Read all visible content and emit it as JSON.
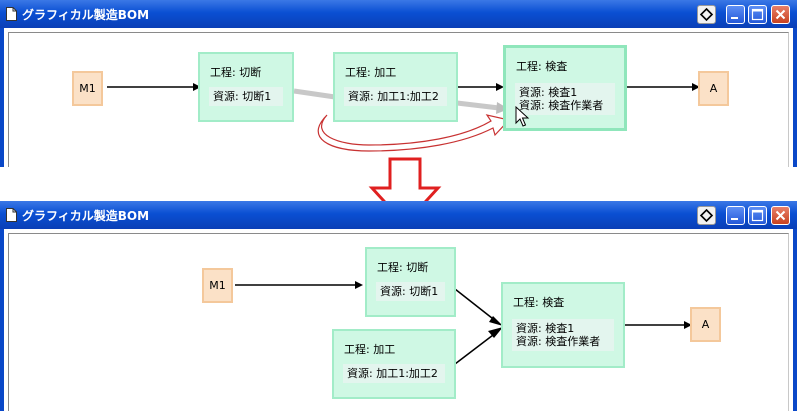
{
  "window_title": "グラフィカル製造BOM",
  "before": {
    "term_in": "M1",
    "term_out": "A",
    "p1": {
      "title": "工程: 切断",
      "res": [
        "資源: 切断1"
      ]
    },
    "p2": {
      "title": "工程: 加工",
      "res": [
        "資源: 加工1:加工2"
      ]
    },
    "p3": {
      "title": "工程: 検査",
      "res": [
        "資源: 検査1",
        "資源: 検査作業者"
      ]
    }
  },
  "after": {
    "term_in": "M1",
    "term_out": "A",
    "p1": {
      "title": "工程: 切断",
      "res": [
        "資源: 切断1"
      ]
    },
    "p2": {
      "title": "工程: 加工",
      "res": [
        "資源: 加工1:加工2"
      ]
    },
    "p3": {
      "title": "工程: 検査",
      "res": [
        "資源: 検査1",
        "資源: 検査作業者"
      ]
    }
  },
  "colors": {
    "titlebar": "#0a4fd3",
    "process_fill": "#cff8e4",
    "terminal_fill": "#fbe1c7",
    "arrow_red": "#e02020"
  },
  "icons": {
    "window": "document-icon",
    "system": "system-menu-icon",
    "minimize": "minimize-icon",
    "maximize": "maximize-icon",
    "close": "close-icon",
    "flow": "down-arrow-icon",
    "cursor": "mouse-cursor-icon"
  }
}
